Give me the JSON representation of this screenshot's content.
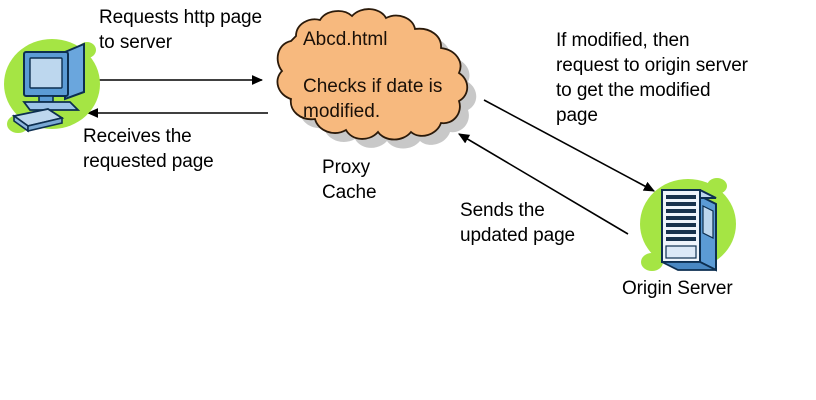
{
  "diagram": {
    "title": "Proxy Cache HTTP request flow",
    "background_color": "#ffffff",
    "text_color": "#000000"
  },
  "nodes": {
    "client": {
      "name": "client-computer",
      "icon": "desktop-computer-icon",
      "blob_color": "#a5e544",
      "monitor_color": "#5b9bd5",
      "screen_color": "#bdd7ee"
    },
    "proxy_cache": {
      "name": "proxy-cache-cloud",
      "icon": "cloud-icon",
      "label": "Proxy\nCache",
      "fill_color": "#f7b97e",
      "stroke_color": "#2b1a0a",
      "shadow_color": "#9a9a9a",
      "lines": [
        "Abcd.html",
        "Checks if date is\nmodified."
      ]
    },
    "origin_server": {
      "name": "origin-server",
      "icon": "server-rack-icon",
      "label": "Origin Server",
      "blob_color": "#a5e544",
      "body_color": "#5b9bd5",
      "front_color": "#eef4fb"
    }
  },
  "annotations": {
    "request_to_server": "Requests http page\nto server",
    "receives_page": "Receives the\nrequested page",
    "if_modified": "If modified, then\nrequest to origin server\nto get the modified\npage",
    "sends_updated": "Sends the\nupdated page"
  },
  "arrows": [
    {
      "name": "arrow-client-to-proxy",
      "direction": "right",
      "from": "client",
      "to": "proxy_cache"
    },
    {
      "name": "arrow-proxy-to-client",
      "direction": "left",
      "from": "proxy_cache",
      "to": "client"
    },
    {
      "name": "arrow-proxy-to-origin",
      "direction": "down-right",
      "from": "proxy_cache",
      "to": "origin_server"
    },
    {
      "name": "arrow-origin-to-proxy",
      "direction": "up-left",
      "from": "origin_server",
      "to": "proxy_cache"
    }
  ]
}
